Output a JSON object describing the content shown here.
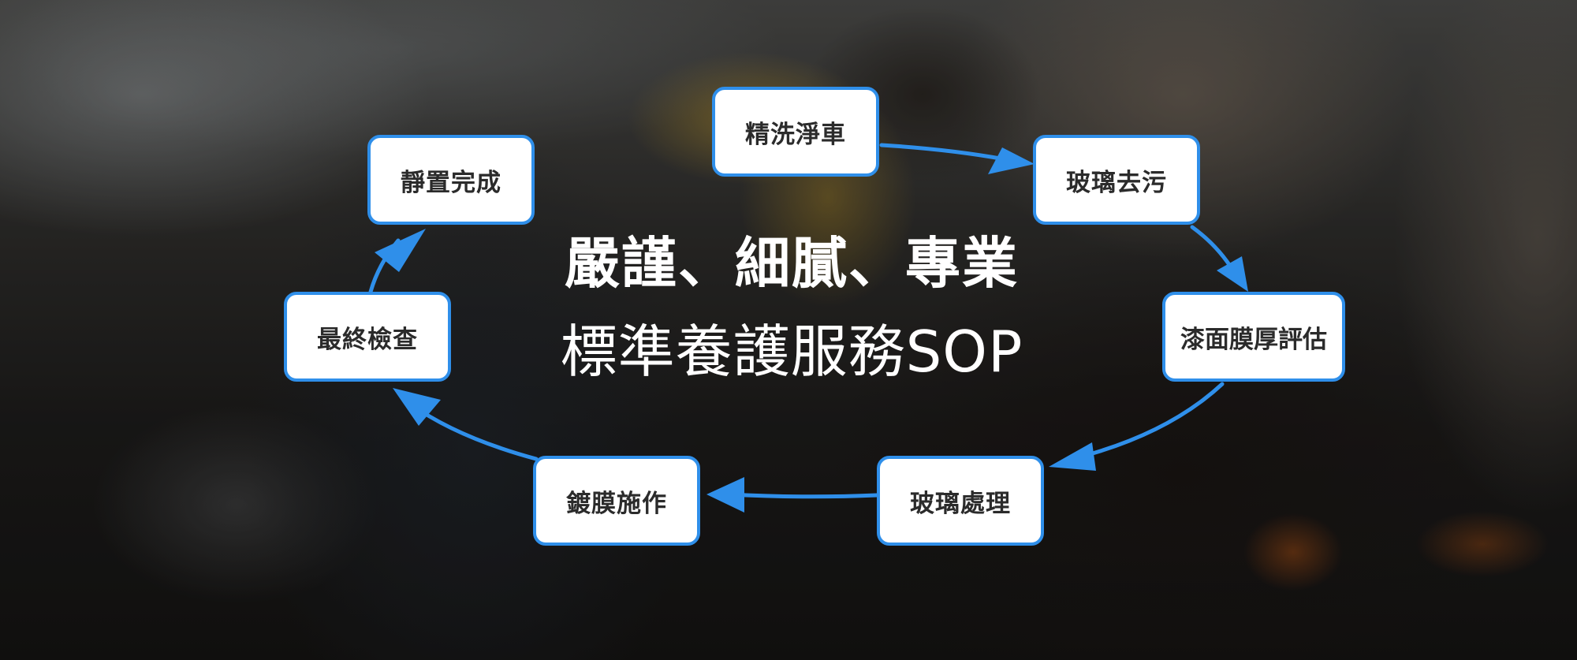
{
  "diagram": {
    "type": "cycle-flow",
    "title": {
      "line1": "嚴謹、細膩、專業",
      "line2": "標準養護服務SOP"
    },
    "colors": {
      "accent": "#2f8fea",
      "box_fill": "#ffffff",
      "box_text": "#2b2b2b",
      "title_text": "#ffffff"
    },
    "steps": [
      {
        "order": 1,
        "label": "精洗淨車"
      },
      {
        "order": 2,
        "label": "玻璃去污"
      },
      {
        "order": 3,
        "label": "漆面膜厚評估"
      },
      {
        "order": 4,
        "label": "玻璃處理"
      },
      {
        "order": 5,
        "label": "鍍膜施作"
      },
      {
        "order": 6,
        "label": "最終檢查"
      },
      {
        "order": 7,
        "label": "靜置完成"
      }
    ],
    "edges": [
      {
        "from": "精洗淨車",
        "to": "玻璃去污"
      },
      {
        "from": "玻璃去污",
        "to": "漆面膜厚評估"
      },
      {
        "from": "漆面膜厚評估",
        "to": "玻璃處理"
      },
      {
        "from": "玻璃處理",
        "to": "鍍膜施作"
      },
      {
        "from": "鍍膜施作",
        "to": "最終檢查"
      },
      {
        "from": "最終檢查",
        "to": "靜置完成"
      }
    ]
  }
}
